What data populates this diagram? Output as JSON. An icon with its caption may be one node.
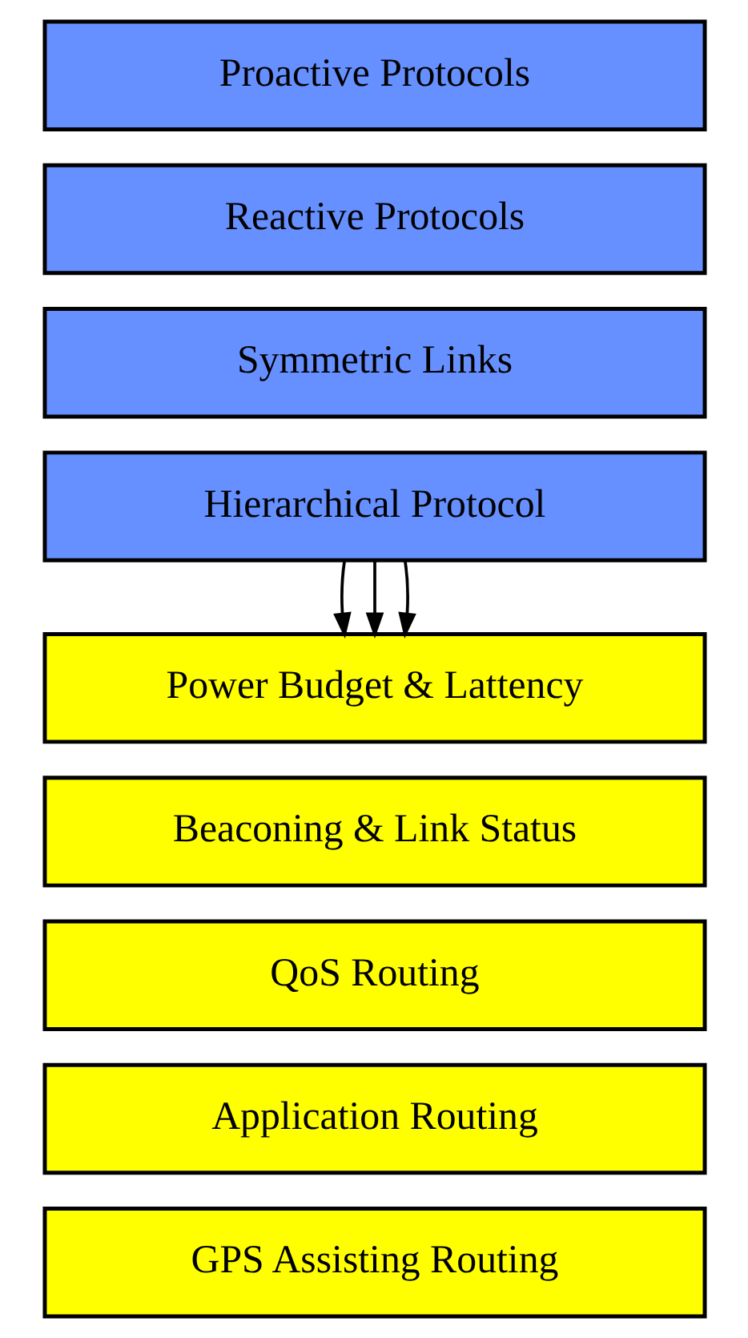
{
  "diagram": {
    "nodes": [
      {
        "text": [
          "Proactive Protocols"
        ]
      },
      {
        "text": [
          "Reactive Protocols"
        ]
      },
      {
        "text": [
          "Symmetric Links"
        ]
      },
      {
        "text": [
          "Hierarchical Protocol"
        ]
      },
      {
        "text": [
          "Power Budget & Lattency"
        ]
      },
      {
        "text": [
          "Beaconing & Link Status"
        ]
      },
      {
        "text": [
          "QoS Routing"
        ]
      },
      {
        "text": [
          "Application Routing"
        ]
      },
      {
        "text": [
          "GPS Assisting Routing"
        ]
      }
    ],
    "edges": [
      {
        "from": 3,
        "to": 4,
        "arrow": "to"
      },
      {
        "from": 3,
        "to": 4,
        "arrow": "to"
      },
      {
        "from": 3,
        "to": 4,
        "arrow": "to"
      }
    ]
  }
}
